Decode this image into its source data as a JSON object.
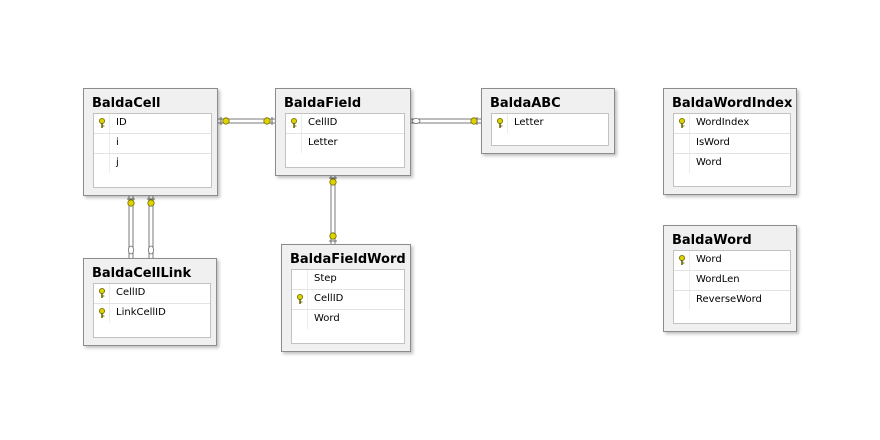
{
  "diagram": {
    "tables": [
      {
        "id": "baldacell",
        "name": "BaldaCell",
        "columns": [
          {
            "name": "ID",
            "pk": true
          },
          {
            "name": "i",
            "pk": false
          },
          {
            "name": "j",
            "pk": false
          }
        ]
      },
      {
        "id": "baldafield",
        "name": "BaldaField",
        "columns": [
          {
            "name": "CellID",
            "pk": true
          },
          {
            "name": "Letter",
            "pk": false
          }
        ]
      },
      {
        "id": "baldaabc",
        "name": "BaldaABC",
        "columns": [
          {
            "name": "Letter",
            "pk": true
          }
        ]
      },
      {
        "id": "baldawordindex",
        "name": "BaldaWordIndex",
        "columns": [
          {
            "name": "WordIndex",
            "pk": true
          },
          {
            "name": "IsWord",
            "pk": false
          },
          {
            "name": "Word",
            "pk": false
          }
        ]
      },
      {
        "id": "baldacelllink",
        "name": "BaldaCellLink",
        "columns": [
          {
            "name": "CellID",
            "pk": true
          },
          {
            "name": "LinkCellID",
            "pk": true
          }
        ]
      },
      {
        "id": "baldafieldword",
        "name": "BaldaFieldWord",
        "columns": [
          {
            "name": "Step",
            "pk": false
          },
          {
            "name": "CellID",
            "pk": true
          },
          {
            "name": "Word",
            "pk": false
          }
        ]
      },
      {
        "id": "baldaword",
        "name": "BaldaWord",
        "columns": [
          {
            "name": "Word",
            "pk": true
          },
          {
            "name": "WordLen",
            "pk": false
          },
          {
            "name": "ReverseWord",
            "pk": false
          }
        ]
      }
    ],
    "relationships": [
      {
        "from": "BaldaField",
        "to": "BaldaCell"
      },
      {
        "from": "BaldaField",
        "to": "BaldaABC"
      },
      {
        "from": "BaldaFieldWord",
        "to": "BaldaField"
      },
      {
        "from": "BaldaCellLink",
        "to": "BaldaCell"
      },
      {
        "from": "BaldaCellLink",
        "to": "BaldaCell"
      }
    ]
  },
  "colors": {
    "key": "#d8c800",
    "line": "#7a7a7a",
    "title_bg": "#f0f0f0"
  }
}
